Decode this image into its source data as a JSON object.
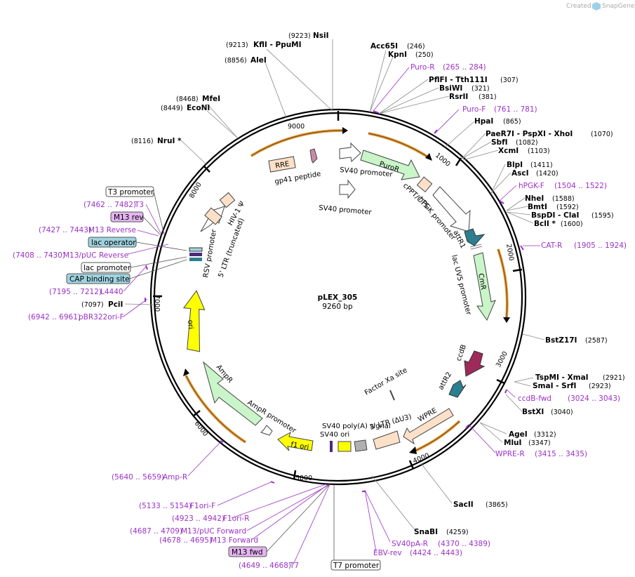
{
  "plasmid": {
    "name": "pLEX_305",
    "size": "9260 bp"
  },
  "credit": {
    "created_by": "Created by",
    "brand": "SnapGene"
  },
  "ticks": [
    "9000",
    "1000",
    "2000",
    "3000",
    "4000",
    "5000",
    "6000",
    "7000",
    "8000"
  ],
  "sites": {
    "nsii": {
      "pos": "(9223)",
      "name": "NsiI"
    },
    "kfli": {
      "pos": "(9213)",
      "name": "KflI  - PpuMI"
    },
    "alei": {
      "pos": "(8856)",
      "name": "AleI"
    },
    "mfei": {
      "pos": "(8468)",
      "name": "MfeI"
    },
    "econi": {
      "pos": "(8449)",
      "name": "EcoNI"
    },
    "nrui": {
      "pos": "(8116)",
      "name": "NruI *"
    },
    "acc65i": {
      "pos": "(246)",
      "name": "Acc65I"
    },
    "kpni": {
      "pos": "(250)",
      "name": "KpnI"
    },
    "pflfi": {
      "pos": "(307)",
      "name": "PflFI  - Tth111I"
    },
    "bsiwi": {
      "pos": "(321)",
      "name": "BsiWI"
    },
    "rsrii": {
      "pos": "(381)",
      "name": "RsrII"
    },
    "hpai": {
      "pos": "(865)",
      "name": "HpaI"
    },
    "paer7i": {
      "pos": "(1070)",
      "name": "PaeR7I  - PspXI  - XhoI"
    },
    "sbfi": {
      "pos": "(1082)",
      "name": "SbfI"
    },
    "xcmi": {
      "pos": "(1103)",
      "name": "XcmI"
    },
    "blpi": {
      "pos": "(1411)",
      "name": "BlpI"
    },
    "asci": {
      "pos": "(1420)",
      "name": "AscI"
    },
    "nhei": {
      "pos": "(1588)",
      "name": "NheI"
    },
    "bmti": {
      "pos": "(1592)",
      "name": "BmtI"
    },
    "bspdi": {
      "pos": "(1595)",
      "name": "BspDI  - ClaI"
    },
    "bcli": {
      "pos": "(1600)",
      "name": "BclI *"
    },
    "bstz17i": {
      "pos": "(2587)",
      "name": "BstZ17I"
    },
    "tspmi": {
      "pos": "(2921)",
      "name": "TspMI  - XmaI"
    },
    "smai": {
      "pos": "(2923)",
      "name": "SmaI  - SrfI"
    },
    "bstxi": {
      "pos": "(3040)",
      "name": "BstXI"
    },
    "agei": {
      "pos": "(3312)",
      "name": "AgeI"
    },
    "mlui": {
      "pos": "(3347)",
      "name": "MluI"
    },
    "sacii": {
      "pos": "(3865)",
      "name": "SacII"
    },
    "snabi": {
      "pos": "(4259)",
      "name": "SnaBI"
    },
    "pcii": {
      "pos": "(7097)",
      "name": "PciI"
    }
  },
  "primers": {
    "puro_r": {
      "name": "Puro-R",
      "range": "(265 .. 284)"
    },
    "puro_f": {
      "name": "Puro-F",
      "range": "(761 .. 781)"
    },
    "hpgk_f": {
      "name": "hPGK-F",
      "range": "(1504 .. 1522)"
    },
    "cat_r": {
      "name": "CAT-R",
      "range": "(1905 .. 1924)"
    },
    "ccdb_fwd": {
      "name": "ccdB-fwd",
      "range": "(3024 .. 3043)"
    },
    "wpre_r": {
      "name": "WPRE-R",
      "range": "(3415 .. 3435)"
    },
    "sv40pa_r": {
      "name": "SV40pA-R",
      "range": "(4370 .. 4389)"
    },
    "ebv_rev": {
      "name": "EBV-rev",
      "range": "(4424 .. 4443)"
    },
    "t7": {
      "name": "T7",
      "range": "(4649 .. 4668)"
    },
    "m13_forward": {
      "name": "M13 Forward",
      "range": "(4678 .. 4695)"
    },
    "m13puc_forward": {
      "name": "M13/pUC Forward",
      "range": "(4687 .. 4709)"
    },
    "f1ori_r": {
      "name": "F1ori-R",
      "range": "(4923 .. 4942)"
    },
    "f1ori_f": {
      "name": "F1ori-F",
      "range": "(5133 .. 5154)"
    },
    "amp_r": {
      "name": "Amp-R",
      "range": "(5640 .. 5659)"
    },
    "pbr322ori_f": {
      "name": "pBR322ori-F",
      "range": "(6942 .. 6961)"
    },
    "l4440": {
      "name": "L4440",
      "range": "(7195 .. 7212)"
    },
    "m13puc_reverse": {
      "name": "M13/pUC Reverse",
      "range": "(7408 .. 7430)"
    },
    "m13_reverse": {
      "name": "M13 Reverse",
      "range": "(7427 .. 7443)"
    },
    "t3": {
      "name": "T3",
      "range": "(7462 .. 7482)"
    }
  },
  "boxes": {
    "t3_promoter": "T3 promoter",
    "m13_rev": "M13 rev",
    "lac_operator": "lac operator",
    "lac_promoter": "lac promoter",
    "cap_site": "CAP binding site",
    "m13_fwd": "M13 fwd",
    "t7_promoter": "T7 promoter"
  },
  "features": {
    "rre": "RRE",
    "gp41": "gp41 peptide",
    "sv40_promoter_1": "SV40 promoter",
    "sv40_promoter_2": "SV40 promoter",
    "puror": "PuroR",
    "cppt": "cPPT/CTS",
    "hpgk": "hPGK promoter",
    "attr1": "attR1",
    "lacuv5": "lac UV5 promoter",
    "cmr": "CmR",
    "ccdb": "ccdB",
    "attr2": "attR2",
    "factor_xa": "Factor Xa site",
    "wpre": "WPRE",
    "ltr3": "3' LTR (ΔU3)",
    "sv40_polya": "SV40 poly(A) signal",
    "sv40_ori": "SV40 ori",
    "f1_ori": "f1 ori",
    "ampr_promoter": "AmpR promoter",
    "ampr": "AmpR",
    "ori": "ori",
    "rsv": "RSV promoter",
    "ltr5": "5' LTR (truncated)",
    "hiv": "HIV-1 Ψ"
  },
  "colors": {
    "primer": "#9b30c8",
    "puror": "#c9f5c9",
    "cmr": "#c9f5c9",
    "ccdb": "#9e2a5a",
    "att": "#2b7f8f",
    "ori": "#ffff00",
    "ltr": "#fde0c8",
    "lacop": "#9fd3e0",
    "m13": "#e4b4f0",
    "orange": "#e8a040"
  }
}
